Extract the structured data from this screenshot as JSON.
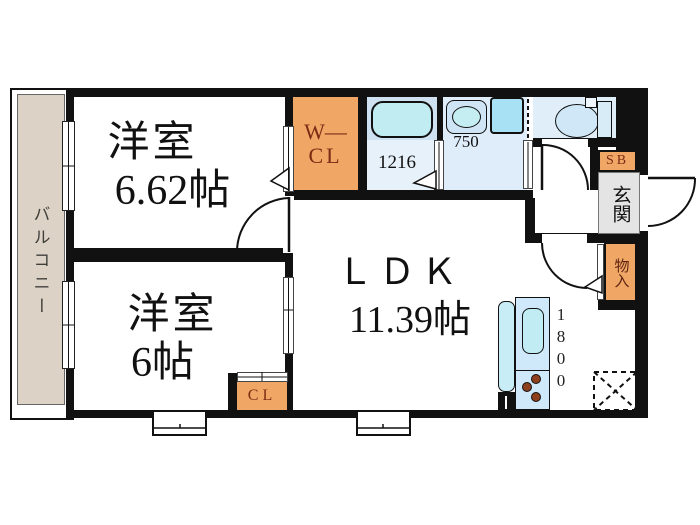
{
  "floorplan": {
    "balcony": {
      "label": "バルコニー"
    },
    "bedroom1": {
      "name": "洋室",
      "area": "6.62帖"
    },
    "bedroom2": {
      "name": "洋室",
      "area": "6帖"
    },
    "ldk": {
      "name": "ＬＤＫ",
      "area": "11.39帖"
    },
    "walk_in_closet": {
      "line1": "W—",
      "line2": "CL"
    },
    "closet": {
      "label": "CL"
    },
    "shoe_box": {
      "label": "SB"
    },
    "entrance": {
      "label": "玄関"
    },
    "storage": {
      "label": "物入"
    },
    "bath": {
      "size_label": "1216"
    },
    "washroom": {
      "size_label": "750"
    },
    "kitchen": {
      "size_label": "1800"
    },
    "colors": {
      "wall": "#111111",
      "closet_orange": "#f0a765",
      "balcony_beige": "#dcd2c6",
      "entrance_gray": "#e4e4e4",
      "water_blue": "#dfecf9",
      "fixture_cyan": "#c0ecf2",
      "accent_text": "#7b2c15"
    }
  }
}
